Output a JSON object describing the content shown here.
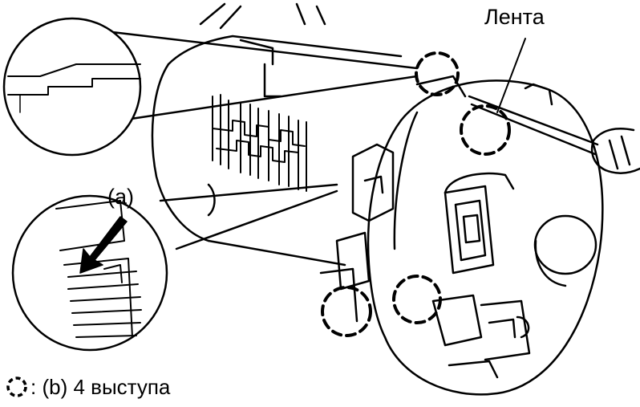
{
  "labels": {
    "tape": "Лента",
    "callout_a": "(a)",
    "legend": ": (b) 4 выступа"
  },
  "icons": {
    "legend_marker": "dashed-circle-icon",
    "indicator": "arrow-icon"
  },
  "colors": {
    "line": "#000000",
    "background": "#ffffff"
  }
}
